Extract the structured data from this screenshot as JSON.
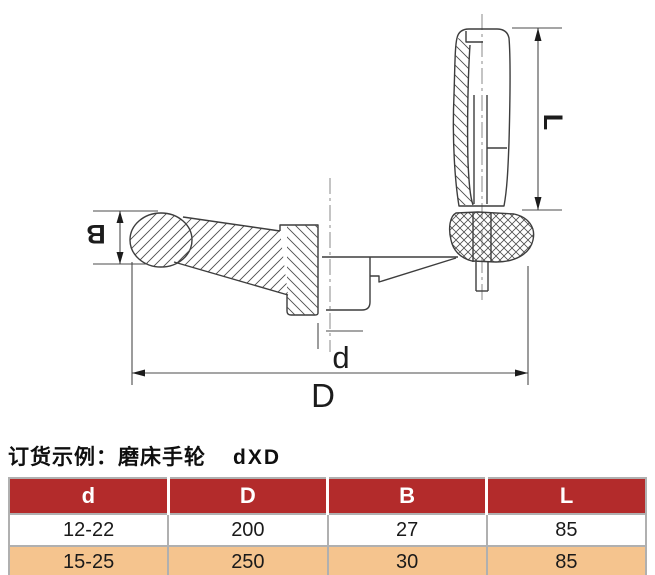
{
  "theme": {
    "header-bg": "#b32b2b",
    "header-text": "#ffffff",
    "alt-row-bg": "#f5c48e",
    "table-border": "#b0b0b0",
    "table-text": "#1a1a1a"
  },
  "drawing": {
    "labels": {
      "B": "B",
      "L": "L",
      "d": "d",
      "D": "D"
    }
  },
  "order_example": {
    "label": "订货示例：磨床手轮",
    "code": "dXD"
  },
  "table": {
    "headers": [
      "d",
      "D",
      "B",
      "L"
    ],
    "rows": [
      [
        "12-22",
        "200",
        "27",
        "85"
      ],
      [
        "15-25",
        "250",
        "30",
        "85"
      ]
    ]
  }
}
